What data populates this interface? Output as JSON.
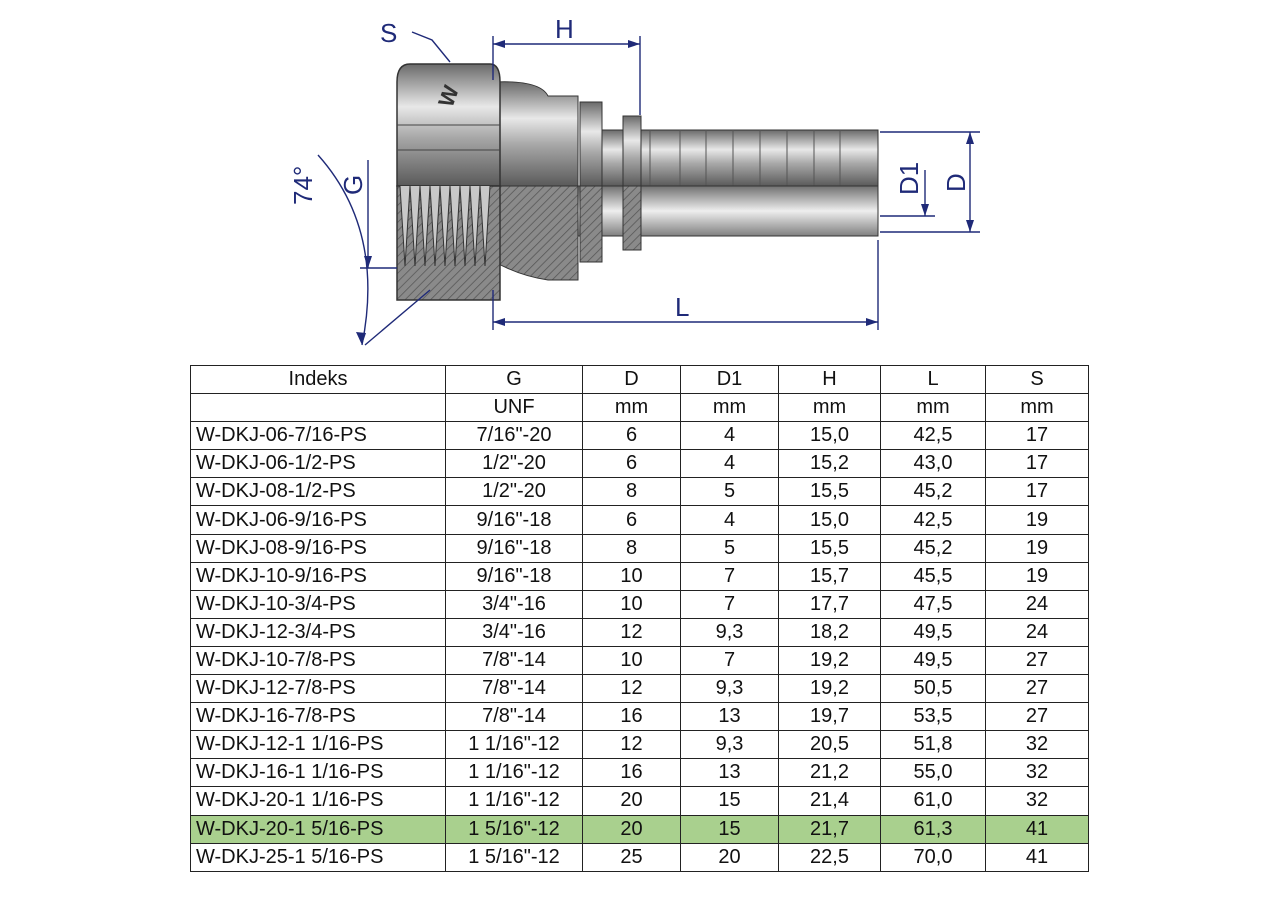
{
  "drawing": {
    "labels": {
      "S": "S",
      "H": "H",
      "angle": "74°",
      "G": "G",
      "D1": "D1",
      "D": "D",
      "L": "L"
    },
    "logo_text": "W",
    "dimension_color": "#1f2a78"
  },
  "table": {
    "headers": [
      "Indeks",
      "G",
      "D",
      "D1",
      "H",
      "L",
      "S"
    ],
    "units": [
      "",
      "UNF",
      "mm",
      "mm",
      "mm",
      "mm",
      "mm"
    ],
    "highlight_color": "#a9d08e",
    "highlighted_row": 14,
    "rows": [
      [
        "W-DKJ-06-7/16-PS",
        "7/16\"-20",
        "6",
        "4",
        "15,0",
        "42,5",
        "17"
      ],
      [
        "W-DKJ-06-1/2-PS",
        "1/2\"-20",
        "6",
        "4",
        "15,2",
        "43,0",
        "17"
      ],
      [
        "W-DKJ-08-1/2-PS",
        "1/2\"-20",
        "8",
        "5",
        "15,5",
        "45,2",
        "17"
      ],
      [
        "W-DKJ-06-9/16-PS",
        "9/16\"-18",
        "6",
        "4",
        "15,0",
        "42,5",
        "19"
      ],
      [
        "W-DKJ-08-9/16-PS",
        "9/16\"-18",
        "8",
        "5",
        "15,5",
        "45,2",
        "19"
      ],
      [
        "W-DKJ-10-9/16-PS",
        "9/16\"-18",
        "10",
        "7",
        "15,7",
        "45,5",
        "19"
      ],
      [
        "W-DKJ-10-3/4-PS",
        "3/4\"-16",
        "10",
        "7",
        "17,7",
        "47,5",
        "24"
      ],
      [
        "W-DKJ-12-3/4-PS",
        "3/4\"-16",
        "12",
        "9,3",
        "18,2",
        "49,5",
        "24"
      ],
      [
        "W-DKJ-10-7/8-PS",
        "7/8\"-14",
        "10",
        "7",
        "19,2",
        "49,5",
        "27"
      ],
      [
        "W-DKJ-12-7/8-PS",
        "7/8\"-14",
        "12",
        "9,3",
        "19,2",
        "50,5",
        "27"
      ],
      [
        "W-DKJ-16-7/8-PS",
        "7/8\"-14",
        "16",
        "13",
        "19,7",
        "53,5",
        "27"
      ],
      [
        "W-DKJ-12-1 1/16-PS",
        "1 1/16\"-12",
        "12",
        "9,3",
        "20,5",
        "51,8",
        "32"
      ],
      [
        "W-DKJ-16-1 1/16-PS",
        "1 1/16\"-12",
        "16",
        "13",
        "21,2",
        "55,0",
        "32"
      ],
      [
        "W-DKJ-20-1 1/16-PS",
        "1 1/16\"-12",
        "20",
        "15",
        "21,4",
        "61,0",
        "32"
      ],
      [
        "W-DKJ-20-1 5/16-PS",
        "1 5/16\"-12",
        "20",
        "15",
        "21,7",
        "61,3",
        "41"
      ],
      [
        "W-DKJ-25-1 5/16-PS",
        "1 5/16\"-12",
        "25",
        "20",
        "22,5",
        "70,0",
        "41"
      ]
    ]
  }
}
